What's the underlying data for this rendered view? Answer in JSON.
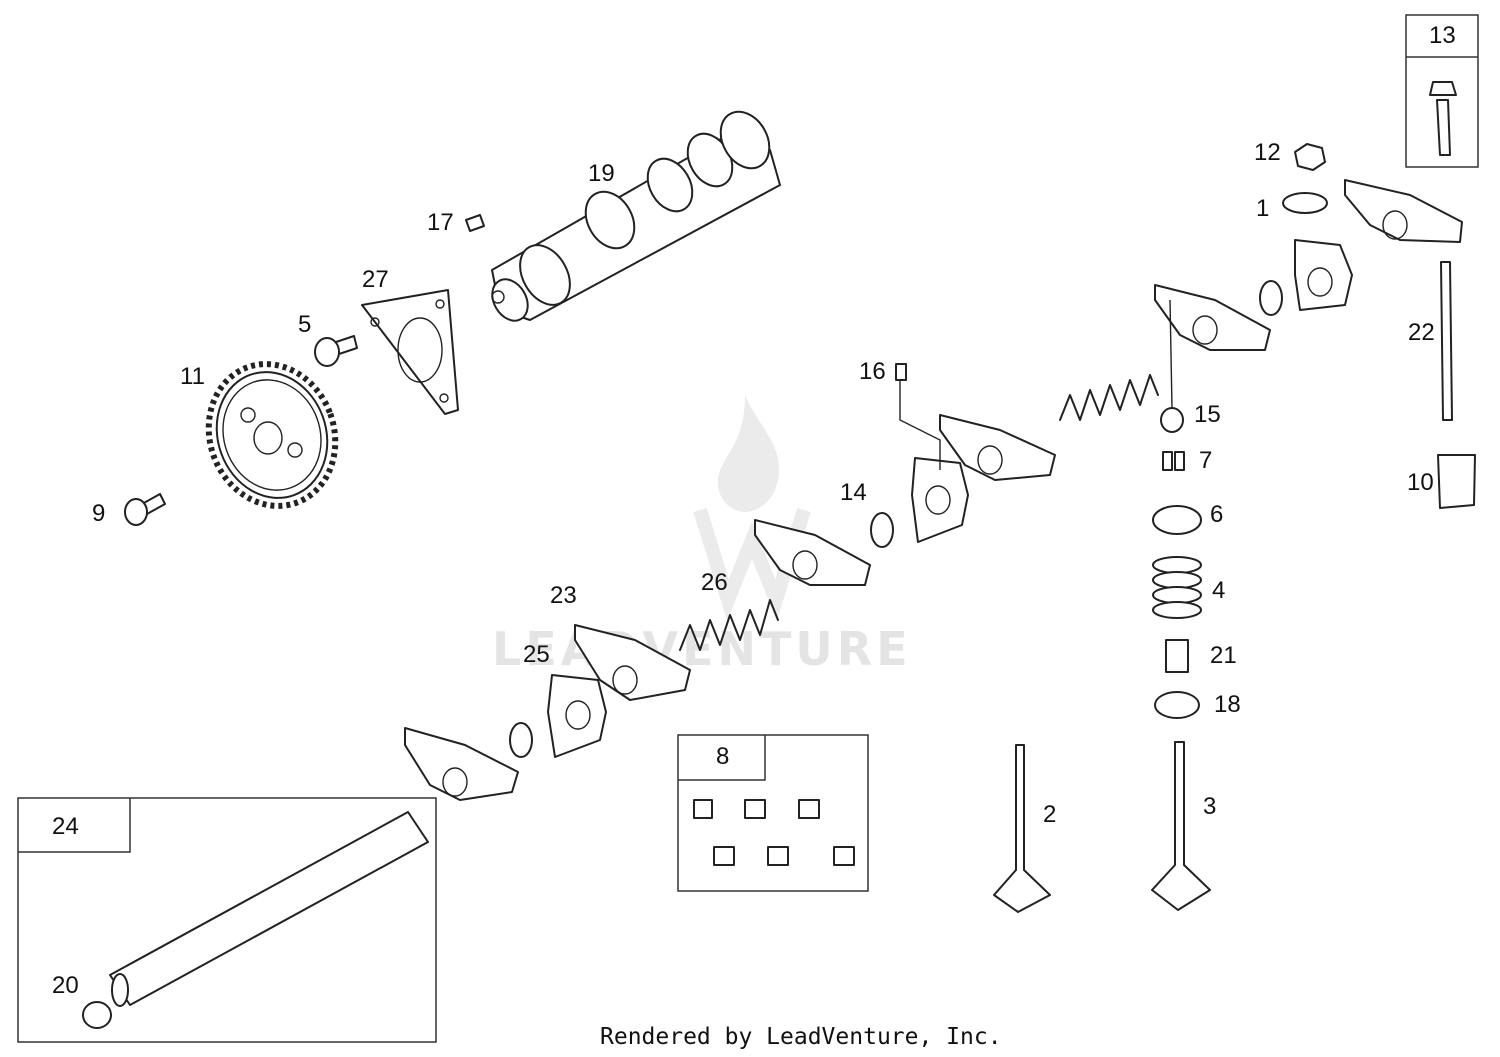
{
  "callouts": [
    "1",
    "2",
    "3",
    "4",
    "5",
    "6",
    "7",
    "8",
    "9",
    "10",
    "11",
    "12",
    "13",
    "14",
    "15",
    "16",
    "17",
    "18",
    "19",
    "20",
    "21",
    "22",
    "23",
    "24",
    "25",
    "26",
    "27"
  ],
  "watermark": "LEADVENTURE",
  "credit": "Rendered by LeadVenture, Inc."
}
